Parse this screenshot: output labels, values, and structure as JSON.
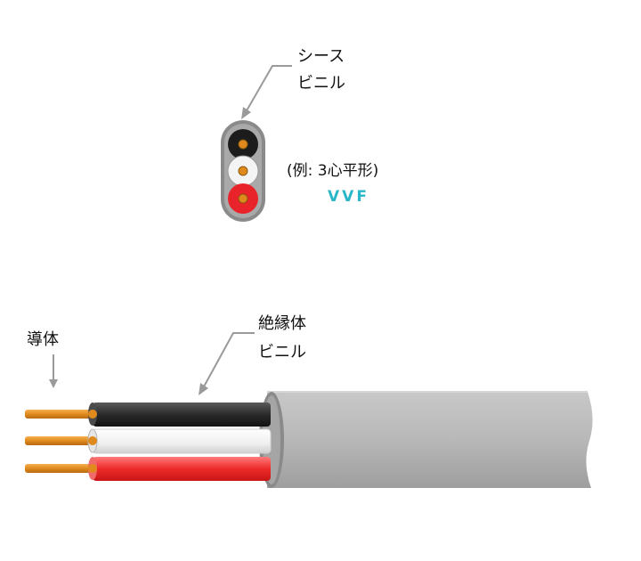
{
  "labels": {
    "sheath_line1": "シース",
    "sheath_line2": "ビニル",
    "example": "(例: 3心平形)",
    "code": "VVF",
    "conductor": "導体",
    "insulator_line1": "絶縁体",
    "insulator_line2": "ビニル"
  },
  "colors": {
    "code_text": "#29b6c8",
    "sheath": "#bdbdbd",
    "sheath_dark": "#7a7a7a",
    "wire_black": "#2a2a2a",
    "wire_white": "#f2f2f2",
    "wire_red": "#e8232a",
    "copper": "#e08a1e",
    "leader_line": "#9a9a9a"
  },
  "icons": [
    "leader-arrow-icon"
  ]
}
